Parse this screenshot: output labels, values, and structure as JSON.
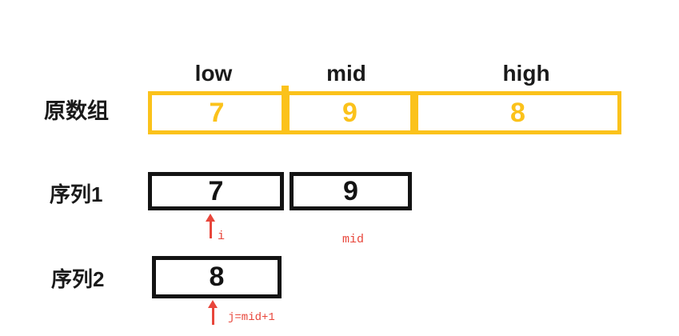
{
  "diagram": {
    "title_semantic": "merge-sort sequence split diagram",
    "pointer_headers": {
      "low": "low",
      "mid": "mid",
      "high": "high"
    },
    "original_array": {
      "label": "原数组",
      "cells": [
        "7",
        "9",
        "8"
      ]
    },
    "sequence1": {
      "label": "序列1",
      "cells": [
        "7",
        "9"
      ],
      "pointer_i_label": "i",
      "pointer_mid_label": "mid"
    },
    "sequence2": {
      "label": "序列2",
      "cells": [
        "8"
      ],
      "pointer_j_label": "j=mid+1"
    }
  },
  "colors": {
    "array_border_yellow": "#fbc21b",
    "array_text_yellow": "#fbc21b",
    "sequence_border_black": "#131313",
    "pointer_red": "#e8463b",
    "background": "#ffffff"
  }
}
